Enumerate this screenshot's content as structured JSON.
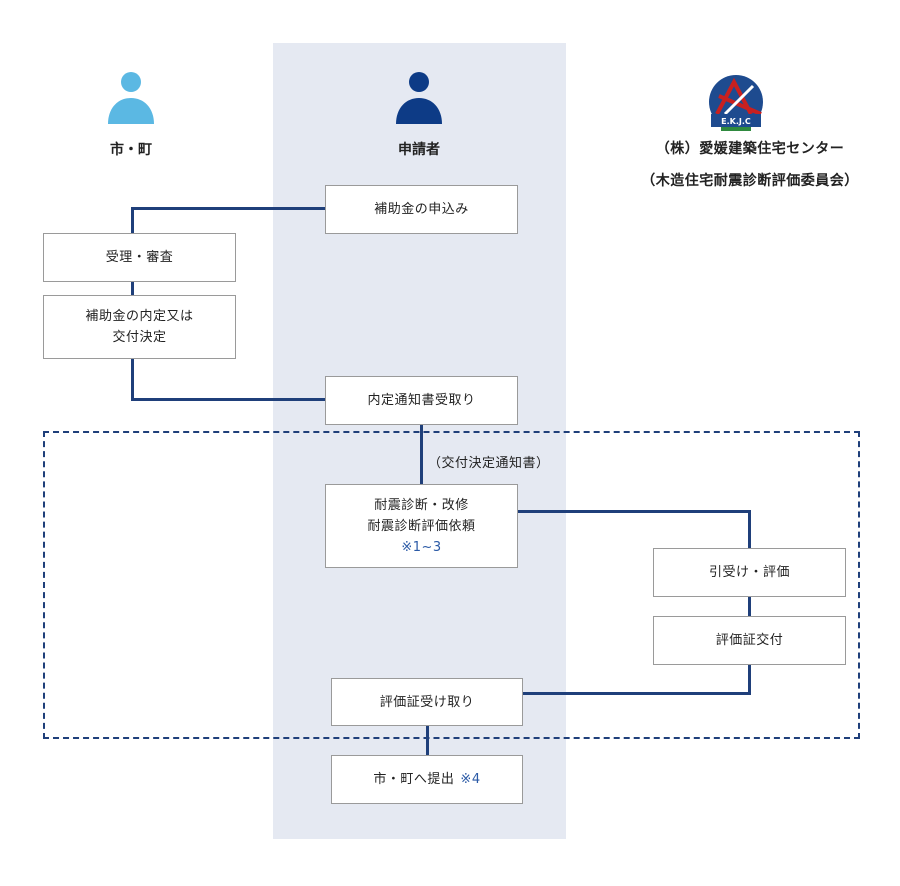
{
  "columns": {
    "city": {
      "label": "市・町",
      "icon": "person-icon",
      "color": "#5bb8e3"
    },
    "applicant": {
      "label": "申請者",
      "icon": "person-icon",
      "color": "#0d3b86"
    },
    "center": {
      "name_line1": "（株）愛媛建築住宅センター",
      "name_line2": "（木造住宅耐震診断評価委員会）",
      "logo_icon": "ekjc-logo-icon",
      "logo_text": "E.K.J.C"
    }
  },
  "steps": {
    "subsidy_application": "補助金の申込み",
    "acceptance_review": "受理・審査",
    "decision_line1": "補助金の内定又は",
    "decision_line2": "交付決定",
    "notice_receipt": "内定通知書受取り",
    "connector_label": "（交付決定通知書）",
    "request_line1": "耐震診断・改修",
    "request_line2": "耐震診断評価依頼",
    "request_note": "※1~3",
    "accept_evaluate": "引受け・評価",
    "certificate_issue": "評価証交付",
    "certificate_receipt": "評価証受け取り",
    "submit_text": "市・町へ提出",
    "submit_note": "※4"
  },
  "colors": {
    "lane_bg": "#e5e9f2",
    "connector": "#1f3f7a",
    "note_text": "#2b5aa6",
    "logo_blue": "#1e4b8f",
    "logo_red": "#c8201f",
    "logo_green": "#2f8a3f"
  }
}
